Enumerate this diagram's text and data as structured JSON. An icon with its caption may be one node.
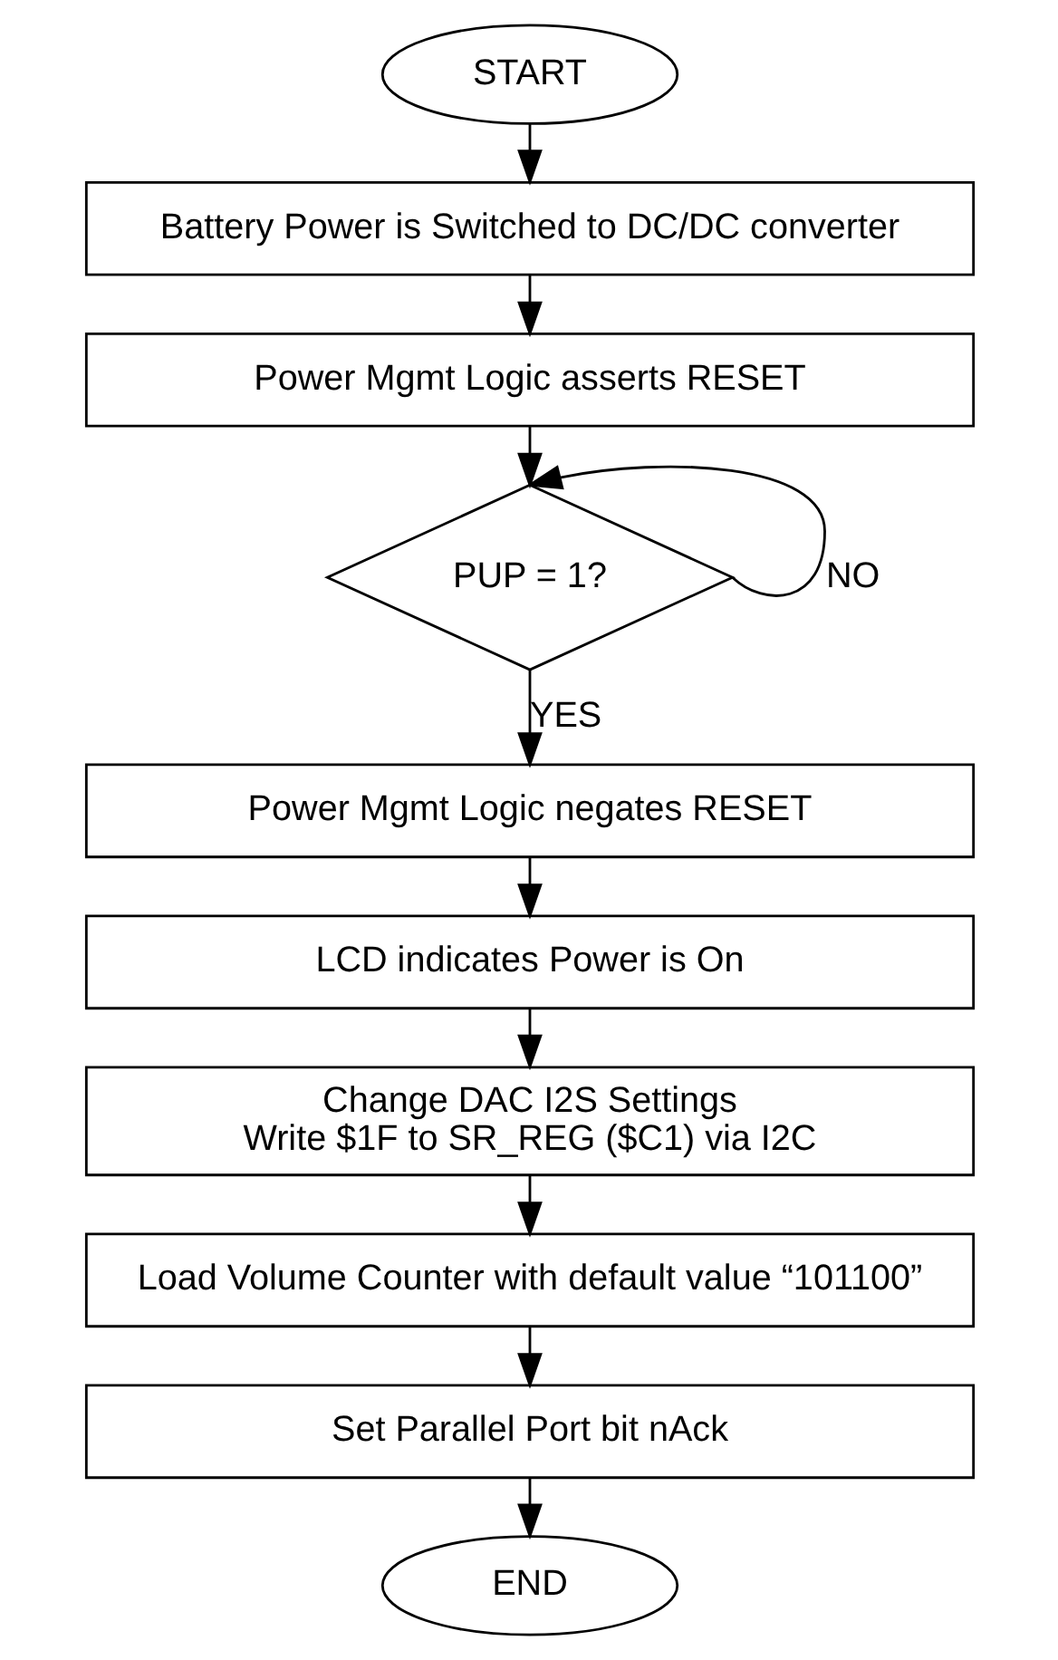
{
  "diagram": {
    "nodes": [
      {
        "text": [
          "START"
        ]
      },
      {
        "text": [
          "Battery Power is Switched to DC/DC converter"
        ]
      },
      {
        "text": [
          "Power Mgmt Logic asserts RESET"
        ]
      },
      {
        "text": [
          "PUP = 1?"
        ]
      },
      {
        "text": [
          "Power Mgmt Logic negates RESET"
        ]
      },
      {
        "text": [
          "LCD indicates Power is On"
        ]
      },
      {
        "text": [
          "Change DAC I2S Settings",
          "Write $1F to SR_REG ($C1) via I2C"
        ]
      },
      {
        "text": [
          "Load Volume Counter with default value “101100”"
        ]
      },
      {
        "text": [
          "Set Parallel Port bit nAck"
        ]
      },
      {
        "text": [
          "END"
        ]
      }
    ],
    "edges": [
      {
        "from": 0,
        "to": 1,
        "arrow": "to"
      },
      {
        "from": 1,
        "to": 2,
        "arrow": "to"
      },
      {
        "from": 2,
        "to": 3,
        "arrow": "to"
      },
      {
        "from": 3,
        "to": 3,
        "arrow": "to",
        "label": "NO"
      },
      {
        "from": 3,
        "to": 4,
        "arrow": "to",
        "label": "YES"
      },
      {
        "from": 4,
        "to": 5,
        "arrow": "to"
      },
      {
        "from": 5,
        "to": 6,
        "arrow": "to"
      },
      {
        "from": 6,
        "to": 7,
        "arrow": "to"
      },
      {
        "from": 7,
        "to": 8,
        "arrow": "to"
      },
      {
        "from": 8,
        "to": 9,
        "arrow": "to"
      }
    ]
  }
}
